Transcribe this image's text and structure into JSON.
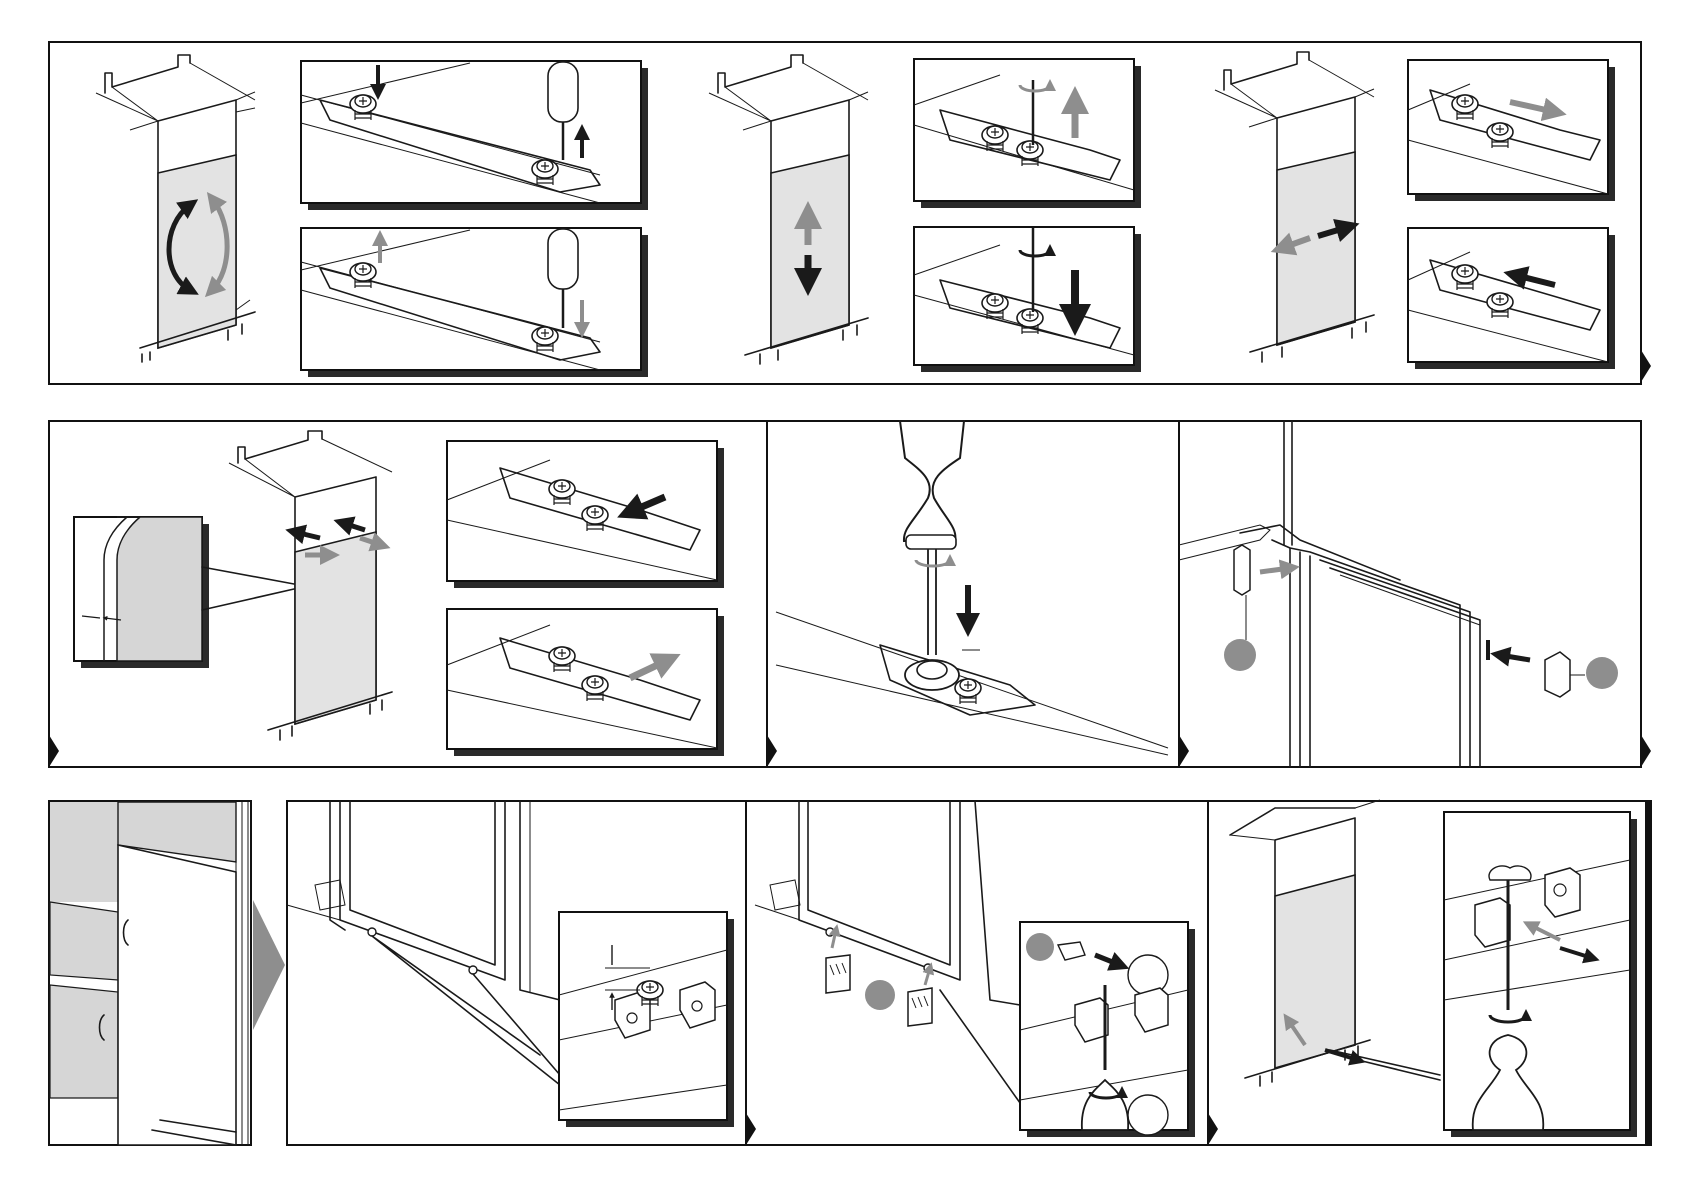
{
  "document": {
    "rows": 3,
    "panels_per_row": [
      3,
      3,
      4
    ]
  },
  "colors": {
    "line": "#1a1a1a",
    "door_fill": "#e3e3e3",
    "arrow_dark": "#1a1a1a",
    "arrow_light": "#8e8e8e",
    "callout_dot": "#8e8e8e",
    "background": "#ffffff"
  },
  "icons": [
    "screwdriver-icon",
    "rotation-arrow-icon",
    "arrow-up-icon",
    "arrow-down-icon",
    "arrow-left-icon",
    "arrow-right-icon",
    "screw-icon",
    "hinge-bracket-icon",
    "step-marker-icon"
  ]
}
